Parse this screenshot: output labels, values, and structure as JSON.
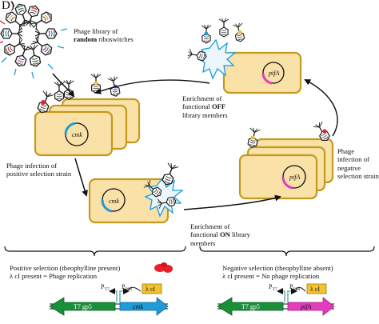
{
  "panel_letter": "D)",
  "labels": {
    "phage_library": {
      "pre": "Phage library of ",
      "bold": "random",
      "post": " riboswitches"
    },
    "enrich_off": {
      "pre": "Enrichment of functional ",
      "bold": "OFF",
      "post": " library members"
    },
    "enrich_on": {
      "pre": "Enrichment of functional ",
      "bold": "ON",
      "post": " library members"
    },
    "infect_positive": "Phage infection of positive selection strain",
    "infect_negative": "Phage infection of negative selection strain",
    "pos_selection_line1": "Positive selection (theophylline present)",
    "pos_selection_line2": "λ cI present = Phage replication",
    "neg_selection_line1": "Negative selection (theophylline absent)",
    "neg_selection_line2": "λ cI present = No phage replication"
  },
  "genes": {
    "cmk": "cmk",
    "pifA": "pifA",
    "t7gp5": "T7 gp5",
    "lambda_ci": "λ cI",
    "pt7": "P",
    "pt7_sub": "T7",
    "prm": "P",
    "prm_sub": "RM"
  },
  "colors": {
    "cell_fill": "#f9e1a8",
    "cell_border": "#c49a1c",
    "cmk_blue": "#1f9bd8",
    "pifA_pink": "#e43cbf",
    "t7_green": "#1a8f3a",
    "lambda_yellow": "#f2c32e",
    "theophylline_red": "#e8202a",
    "promoter_teal": "#6fb5b0"
  }
}
